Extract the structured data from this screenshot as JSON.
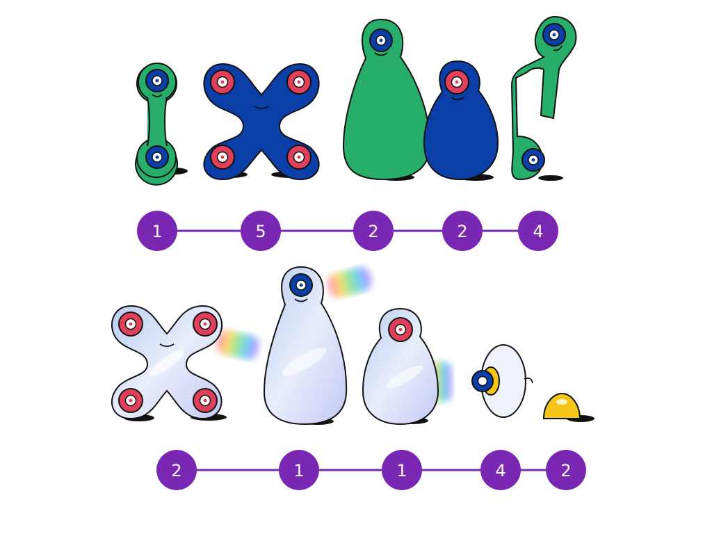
{
  "colors": {
    "green": "#27ae6a",
    "blue": "#0a3fa8",
    "red": "#e0405a",
    "purple": "#7a28b4",
    "glass": "#c6d6f2",
    "yellow": "#f5c518"
  },
  "top_row": [
    {
      "shape": "dumbbell",
      "color": "green",
      "count": "1"
    },
    {
      "shape": "x-spinner",
      "color": "blue",
      "count": "5"
    },
    {
      "shape": "tall-blob",
      "color": "green",
      "count": "2"
    },
    {
      "shape": "egg-blob",
      "color": "blue",
      "count": "2"
    },
    {
      "shape": "twisted-stick",
      "color": "green",
      "count": "4"
    }
  ],
  "bottom_row": [
    {
      "shape": "x-spinner",
      "color": "glass",
      "count": "2"
    },
    {
      "shape": "tall-blob",
      "color": "glass",
      "count": "1"
    },
    {
      "shape": "egg-blob",
      "color": "glass",
      "count": "1"
    },
    {
      "shape": "suction-cup",
      "color": "glass",
      "count": "4"
    },
    {
      "shape": "yellow-dome",
      "color": "yellow",
      "count": "2"
    }
  ]
}
